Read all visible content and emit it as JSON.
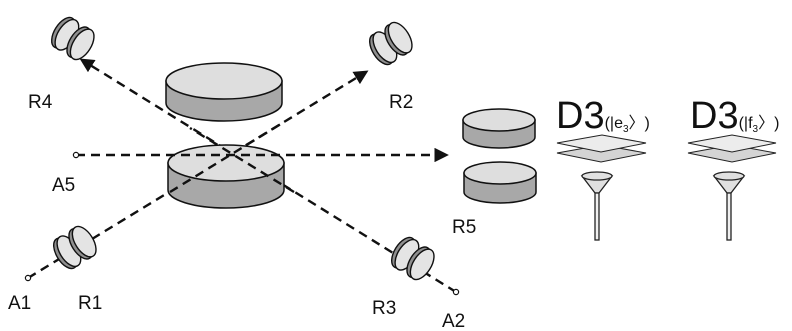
{
  "labels": {
    "r1": "R1",
    "r2": "R2",
    "r3": "R3",
    "r4": "R4",
    "r5": "R5",
    "a1": "A1",
    "a2": "A2",
    "a5": "A5"
  },
  "detectors": [
    {
      "main": "D3",
      "open": "(|",
      "letter": "e",
      "sub": "3",
      "close": "〉)"
    },
    {
      "main": "D3",
      "open": "(|",
      "letter": "f",
      "sub": "3",
      "close": "〉)"
    }
  ]
}
